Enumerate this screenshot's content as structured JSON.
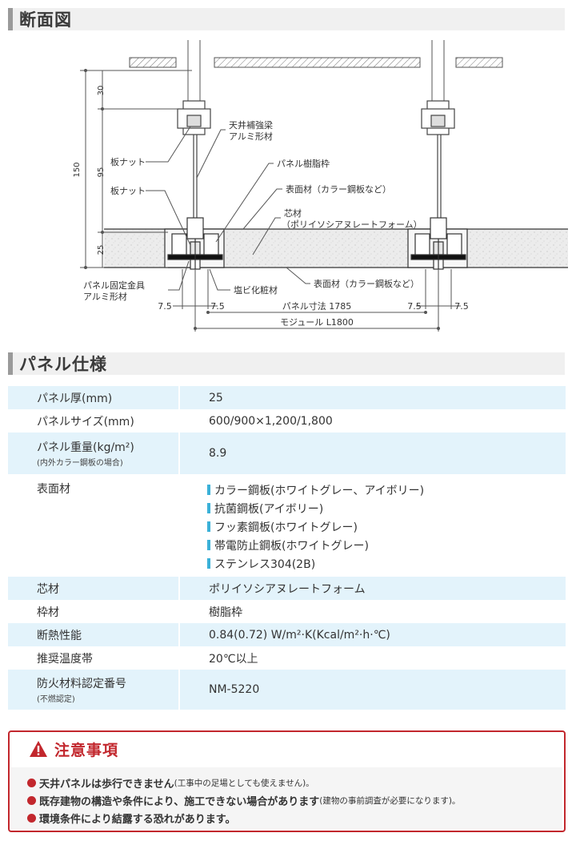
{
  "sections": {
    "section_view_title": "断面図",
    "panel_spec_title": "パネル仕様"
  },
  "diagram": {
    "dim_30": "30",
    "dim_95": "95",
    "dim_25": "25",
    "dim_150": "150",
    "label_nut_1": "板ナット",
    "label_nut_2": "板ナット",
    "label_beam_1": "天井補強梁",
    "label_beam_2": "アルミ形材",
    "label_resin_frame": "パネル樹脂枠",
    "label_surface_top": "表面材（カラー鋼板など）",
    "label_core_1": "芯材",
    "label_core_2": "（ポリイソシアヌレートフォーム）",
    "label_fixing_1": "パネル固定金具",
    "label_fixing_2": "アルミ形材",
    "label_pvc_trim": "塩ビ化粧材",
    "label_surface_bottom": "表面材（カラー鋼板など）",
    "dim_7_5_a": "7.5",
    "dim_7_5_b": "7.5",
    "dim_7_5_c": "7.5",
    "dim_7_5_d": "7.5",
    "panel_dim": "パネル寸法 1785",
    "module_dim": "モジュール L1800"
  },
  "spec": {
    "rows": [
      {
        "key": "パネル厚(mm)",
        "value": "25"
      },
      {
        "key": "パネルサイズ(mm)",
        "value": "600/900×1,200/1,800"
      },
      {
        "key": "パネル重量(kg/m²)",
        "key_note": "(内外カラー鋼板の場合)",
        "value": "8.9"
      },
      {
        "key": "表面材",
        "values": [
          "カラー鋼板(ホワイトグレー、アイボリー)",
          "抗菌鋼板(アイボリー)",
          "フッ素鋼板(ホワイトグレー)",
          "帯電防止鋼板(ホワイトグレー)",
          "ステンレス304(2B)"
        ]
      },
      {
        "key": "芯材",
        "value": "ポリイソシアヌレートフォーム"
      },
      {
        "key": "枠材",
        "value": "樹脂枠"
      },
      {
        "key": "断熱性能",
        "value": "0.84(0.72) W/m²·K(Kcal/m²·h·℃)"
      },
      {
        "key": "推奨温度帯",
        "value": "20℃以上"
      },
      {
        "key": "防火材料認定番号",
        "key_note": "(不燃認定)",
        "value": "NM-5220"
      }
    ]
  },
  "notice": {
    "title": "注意事項",
    "items": [
      {
        "main": "天井パネルは歩行できません",
        "sub": "(工事中の足場としても使えません)。"
      },
      {
        "main": "既存建物の構造や条件により、施工できない場合があります",
        "sub": "(建物の事前調査が必要になります)。"
      },
      {
        "main": "環境条件により結露する恐れがあります。",
        "sub": ""
      }
    ]
  },
  "colors": {
    "accent_red": "#c2272d",
    "row_blue": "#e3f3fb",
    "list_marker": "#3bb1d8"
  }
}
